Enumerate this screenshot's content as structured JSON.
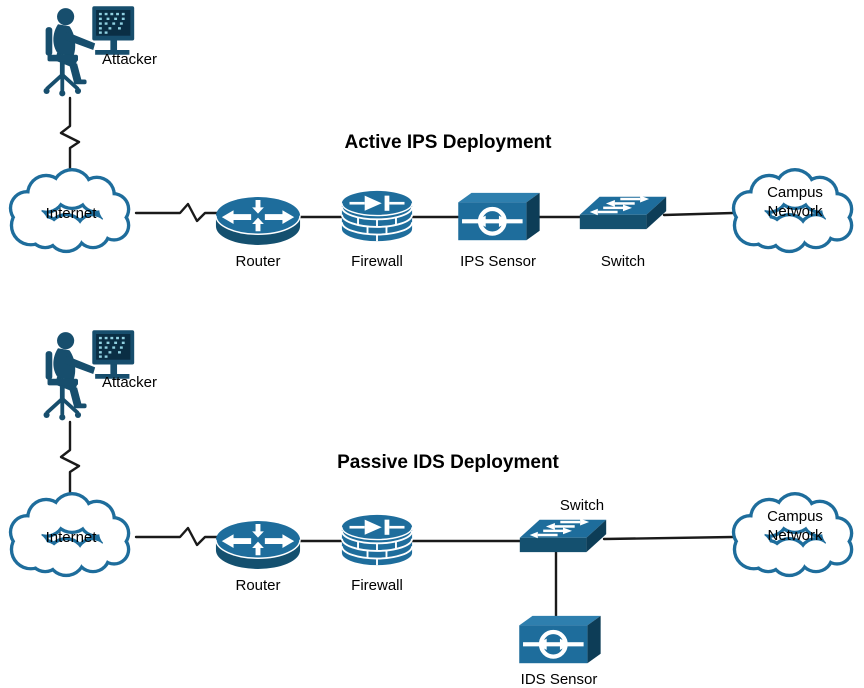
{
  "colors": {
    "primary": "#1e6d9c",
    "side_dark": "#14506f",
    "side_darkest": "#0d3d57",
    "person_dark": "#174e6d",
    "screen_dark": "#0a2e44",
    "screen_pixels": "#8fd0e0",
    "wire": "#1a1a1a",
    "background": "#ffffff",
    "text": "#000000"
  },
  "diagrams": {
    "active": {
      "title": "Active IPS Deployment",
      "attacker": "Attacker",
      "internet": "Internet",
      "router": "Router",
      "firewall": "Firewall",
      "sensor": "IPS Sensor",
      "switch": "Switch",
      "campus": "Campus\nNetwork"
    },
    "passive": {
      "title": "Passive IDS Deployment",
      "attacker": "Attacker",
      "internet": "Internet",
      "router": "Router",
      "firewall": "Firewall",
      "switch": "Switch",
      "sensor": "IDS Sensor",
      "campus": "Campus\nNetwork"
    }
  }
}
